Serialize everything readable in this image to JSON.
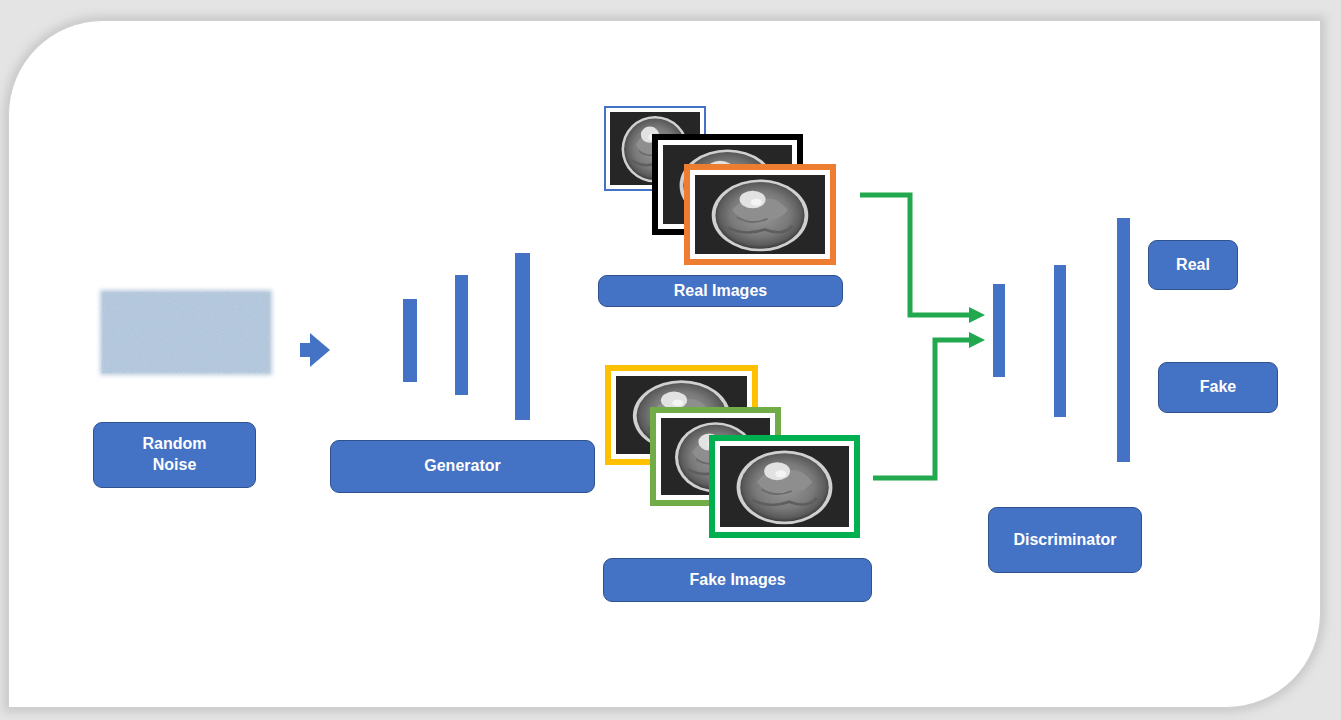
{
  "diagram": {
    "nodes": [
      {
        "text": [
          "Random Noise"
        ]
      },
      {
        "text": [
          "Generator"
        ]
      },
      {
        "text": [
          "Real Images"
        ]
      },
      {
        "text": [
          "Fake Images"
        ]
      },
      {
        "text": [
          "Discriminator"
        ]
      },
      {
        "text": [
          "Real"
        ]
      },
      {
        "text": [
          "Fake"
        ]
      }
    ],
    "edges": [
      {
        "from": 0,
        "to": 1,
        "arrow": "to"
      },
      {
        "from": 2,
        "to": 4,
        "arrow": "to"
      },
      {
        "from": 3,
        "to": 4,
        "arrow": "to"
      }
    ]
  }
}
